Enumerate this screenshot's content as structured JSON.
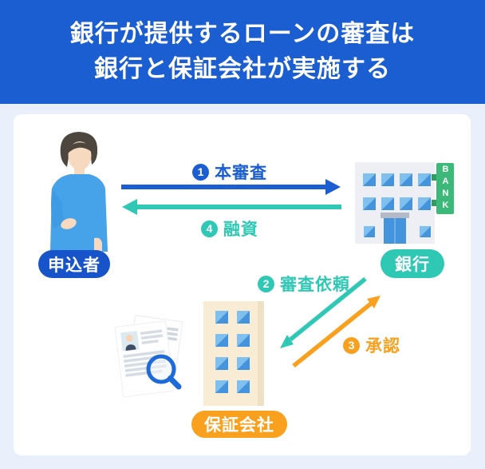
{
  "header": {
    "title_line1": "銀行が提供するローンの審査は",
    "title_line2": "銀行と保証会社が実施する",
    "bg": "#1a5ed2",
    "text_color": "#ffffff"
  },
  "actors": {
    "applicant": {
      "label": "申込者",
      "badge_bg": "#1754ca"
    },
    "bank": {
      "label": "銀行",
      "badge_bg": "#2ec8b5",
      "sign_text": "BANK",
      "sign_bg": "#3cb878"
    },
    "guarantee": {
      "label": "保証会社",
      "badge_bg": "#f9a01f"
    }
  },
  "flows": [
    {
      "step": "1",
      "label": "本審査",
      "color": "#1a5ed2",
      "from": "申込者",
      "to": "銀行"
    },
    {
      "step": "2",
      "label": "審査依頼",
      "color": "#2ec8b5",
      "from": "銀行",
      "to": "保証会社"
    },
    {
      "step": "3",
      "label": "承認",
      "color": "#f9a01f",
      "from": "保証会社",
      "to": "銀行"
    },
    {
      "step": "4",
      "label": "融資",
      "color": "#2ec8b5",
      "from": "銀行",
      "to": "申込者"
    }
  ],
  "colors": {
    "page_bg": "#e9f0fb",
    "card_bg": "#ffffff",
    "window_blue": "#4494dd",
    "window_blue_light": "#7fc0ee",
    "bank_wall": "#edeff5",
    "guarantee_wall": "#f8ecd5",
    "magnifier_blue": "#1d6bd8",
    "person_sweater": "#46a3e9"
  }
}
